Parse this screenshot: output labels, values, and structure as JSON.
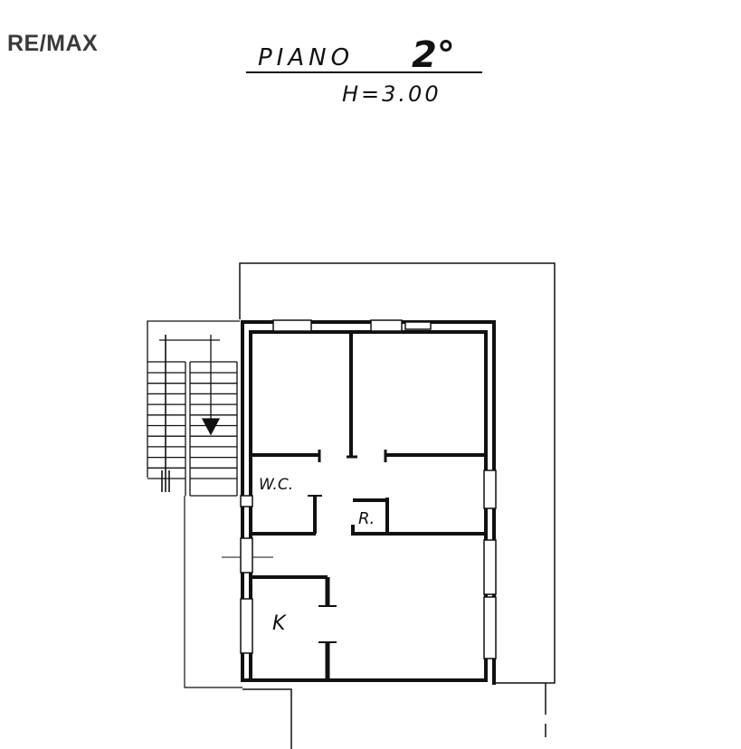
{
  "logo": {
    "text": "RE/MAX"
  },
  "title": {
    "floor": "PIANO",
    "level": "2°",
    "height": "H=3.00"
  },
  "rooms": {
    "wc": "W.C.",
    "storage": "R.",
    "kitchen": "K"
  },
  "colors": {
    "ink": "#111111",
    "logo": "#3a3a3a"
  }
}
